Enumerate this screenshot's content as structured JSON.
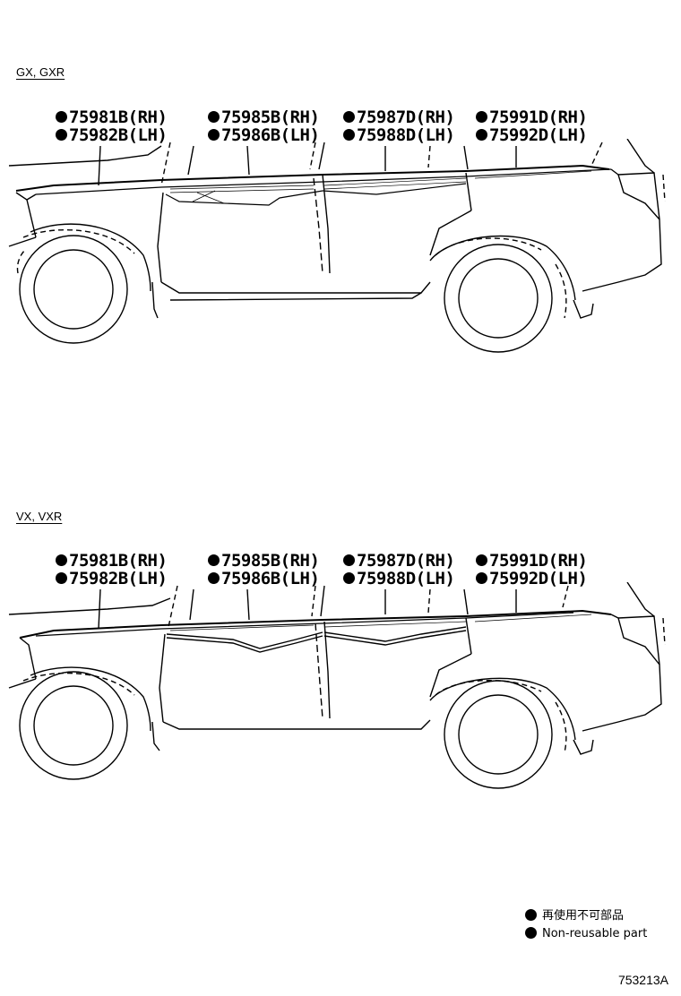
{
  "variants": [
    {
      "label": "GX, GXR",
      "parts": [
        {
          "rh": "75981B(RH)",
          "lh": "75982B(LH)"
        },
        {
          "rh": "75985B(RH)",
          "lh": "75986B(LH)"
        },
        {
          "rh": "75987D(RH)",
          "lh": "75988D(LH)"
        },
        {
          "rh": "75991D(RH)",
          "lh": "75992D(LH)"
        }
      ]
    },
    {
      "label": "VX, VXR",
      "parts": [
        {
          "rh": "75981B(RH)",
          "lh": "75982B(LH)"
        },
        {
          "rh": "75985B(RH)",
          "lh": "75986B(LH)"
        },
        {
          "rh": "75987D(RH)",
          "lh": "75988D(LH)"
        },
        {
          "rh": "75991D(RH)",
          "lh": "75992D(LH)"
        }
      ]
    }
  ],
  "legend": {
    "line1": "再使用不可部品",
    "line2": "Non-reusable part"
  },
  "diagram_id": "753213A"
}
